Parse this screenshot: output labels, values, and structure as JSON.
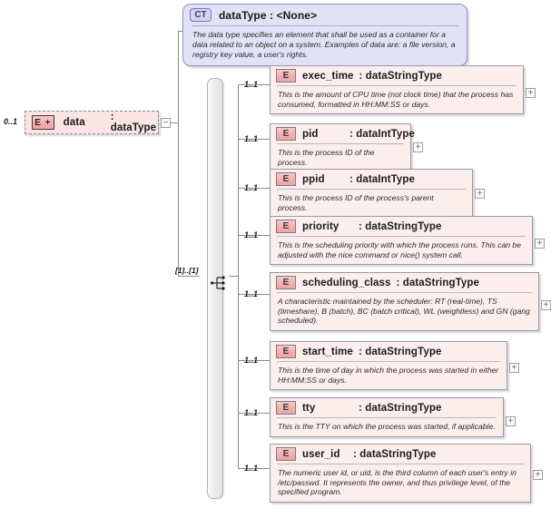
{
  "diagram": {
    "title": "XSD schema diagram for dataType",
    "root_element": {
      "icon": "element-plus-icon",
      "badge": "E +",
      "name": "data",
      "type": ": dataType",
      "cardinality": "0..1",
      "toggle": "−"
    },
    "complex_type": {
      "badge": "CT",
      "name": "dataType : <None>",
      "documentation": "The data type specifies an element that shall be used as a container for a data related to an object on a system. Examples of data are: a file version, a registry key value, a user's rights."
    },
    "compositor": {
      "kind": "sequence",
      "icon": "sequence-icon",
      "cardinality": "[1]..[1]"
    },
    "children_toggle": "+",
    "children": [
      {
        "badge": "E",
        "name": "exec_time",
        "type": ": dataStringType",
        "cardinality": "1..1",
        "documentation": "This is the amount of CPU time (not clock time) that the process has consumed, formatted in HH:MM:SS or days."
      },
      {
        "badge": "E",
        "name": "pid",
        "type": ": dataIntType",
        "cardinality": "1..1",
        "documentation": "This is the process ID of the process."
      },
      {
        "badge": "E",
        "name": "ppid",
        "type": ": dataIntType",
        "cardinality": "1..1",
        "documentation": "This is the process ID of the process's parent process."
      },
      {
        "badge": "E",
        "name": "priority",
        "type": ": dataStringType",
        "cardinality": "1..1",
        "documentation": "This is the scheduling priority with which the process runs.  This can be adjusted with the nice command or nice() system call."
      },
      {
        "badge": "E",
        "name": "scheduling_class",
        "type": ": dataStringType",
        "cardinality": "1..1",
        "documentation": "A characteristic maintained by the scheduler: RT (real-time), TS (timeshare), B (batch), BC (batch critical), WL (weightless) and GN (gang scheduled)."
      },
      {
        "badge": "E",
        "name": "start_time",
        "type": ": dataStringType",
        "cardinality": "1..1",
        "documentation": "This is the time of day in which the process was started in either HH:MM:SS or days."
      },
      {
        "badge": "E",
        "name": "tty",
        "type": ": dataStringType",
        "cardinality": "1..1",
        "documentation": "This is the TTY on which the process was started, if applicable."
      },
      {
        "badge": "E",
        "name": "user_id",
        "type": ": dataStringType",
        "cardinality": "1..1",
        "documentation": "The numeric user id, or uid, is the third column of each user's entry in /etc/passwd.  It represents the owner, and thus privilege level, of the specified program."
      }
    ],
    "colors": {
      "element_fill": "#fdeeee",
      "element_border": "#9b9b9b",
      "complextype_fill": "#e2e2f6",
      "complextype_border": "#8f8fc4",
      "badge_fill": "#f2aeae",
      "background": "#ffffff"
    }
  }
}
